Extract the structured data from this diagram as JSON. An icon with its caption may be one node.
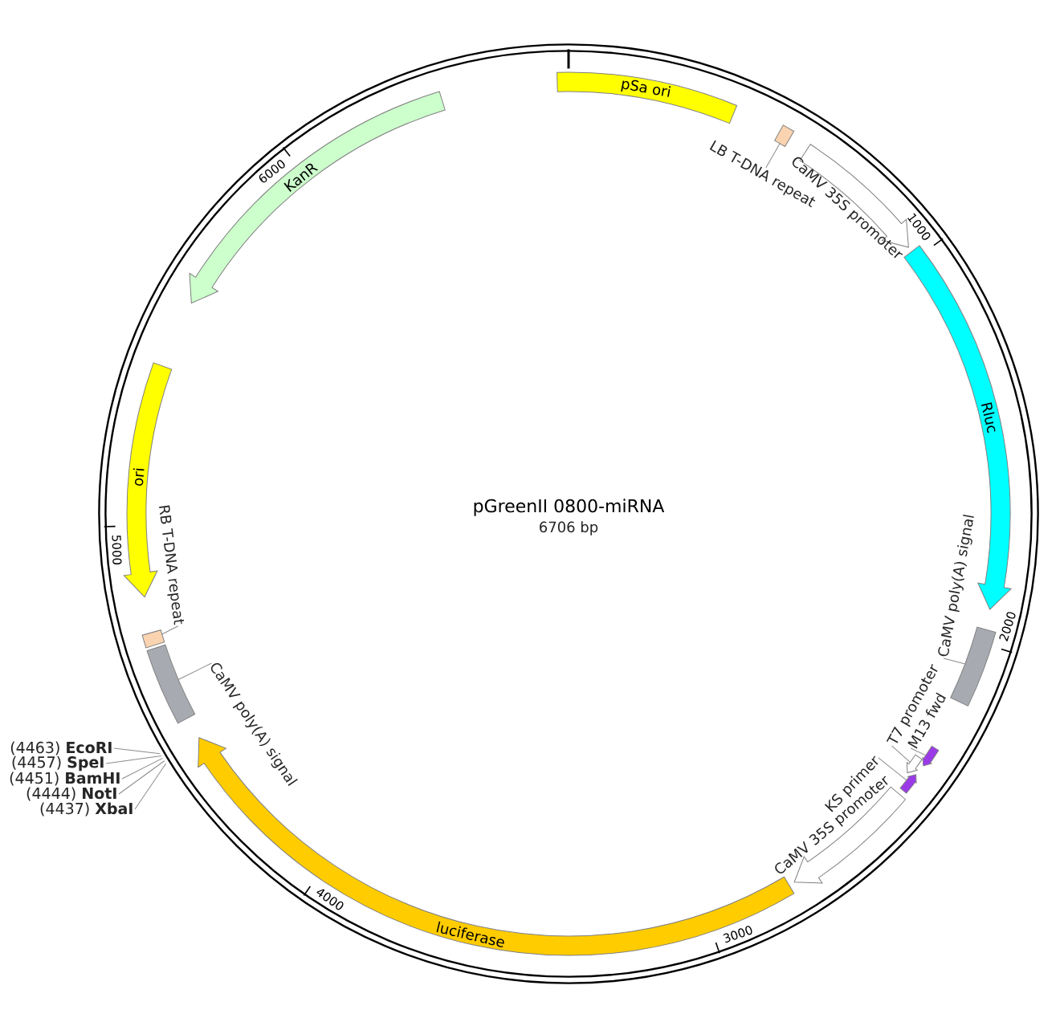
{
  "diagram": {
    "title": "pGreenII 0800-miRNA",
    "nodes": [
      {
        "text": [
          "pSa ori"
        ]
      },
      {
        "text": [],
        "shape": "box"
      },
      {
        "text": [
          "LB T-DNA repeat"
        ]
      },
      {
        "text": [
          "CaMV 35S promoter"
        ]
      },
      {
        "text": [
          "Rluc"
        ]
      },
      {
        "text": [],
        "shape": "box"
      },
      {
        "text": [
          "CaMV poly(A) signal"
        ]
      },
      {
        "text": [],
        "shape": "arrow"
      },
      {
        "text": [
          "T7 promoter"
        ]
      },
      {
        "text": [],
        "shape": "arrow"
      },
      {
        "text": [
          "M13 fwd"
        ]
      },
      {
        "text": [],
        "shape": "arrow"
      },
      {
        "text": [
          "KS primer"
        ]
      },
      {
        "text": [
          "CaMV 35S promoter"
        ]
      },
      {
        "text": [
          "luciferase"
        ]
      },
      {
        "text": [],
        "shape": "box"
      },
      {
        "text": [
          "CaMV poly(A) signal"
        ]
      },
      {
        "text": [
          "(4463) **EcoRI**"
        ]
      },
      {
        "text": [
          "(4457) **SpeI**"
        ]
      },
      {
        "text": [
          "(4451) **BamHI**"
        ]
      },
      {
        "text": [
          "(4444) **NotI**"
        ]
      },
      {
        "text": [
          "(4437) **XbaI**"
        ]
      },
      {
        "text": [],
        "shape": "box"
      },
      {
        "text": [
          "RB T-DNA repeat"
        ]
      },
      {
        "text": [
          "ori"
        ]
      },
      {
        "text": [
          "KanR"
        ]
      }
    ],
    "edges": [
      {
        "from": 2,
        "to": 1,
        "arrow": "none"
      },
      {
        "from": 6,
        "to": 5,
        "arrow": "none"
      },
      {
        "from": 8,
        "to": 7,
        "arrow": "none"
      },
      {
        "from": 10,
        "to": 9,
        "arrow": "none"
      },
      {
        "from": 12,
        "to": 11,
        "arrow": "none"
      },
      {
        "from": 16,
        "to": 15,
        "arrow": "none"
      },
      {
        "from": 17,
        "to": null,
        "arrow": "none"
      },
      {
        "from": 18,
        "to": null,
        "arrow": "none"
      },
      {
        "from": 19,
        "to": null,
        "arrow": "none"
      },
      {
        "from": 20,
        "to": null,
        "arrow": "none"
      },
      {
        "from": 21,
        "to": null,
        "arrow": "none"
      },
      {
        "from": 23,
        "to": 22,
        "arrow": "none"
      }
    ],
    "labels": [
      "6706 bp",
      "1000",
      "2000",
      "3000",
      "4000",
      "5000",
      "6000"
    ]
  }
}
